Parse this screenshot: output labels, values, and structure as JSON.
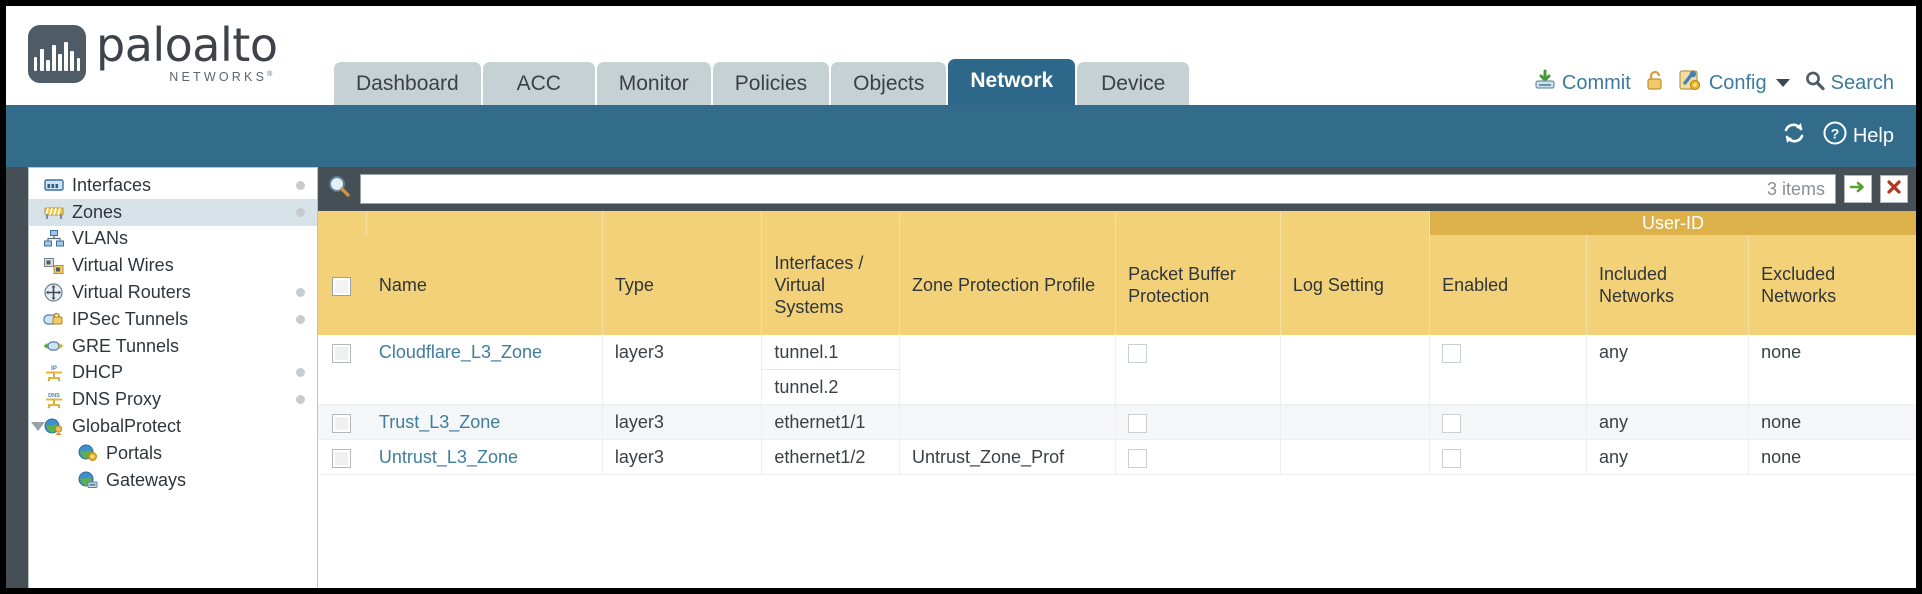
{
  "brand": {
    "name": "paloalto",
    "sub": "NETWORKS",
    "sup": "®"
  },
  "tabs": [
    {
      "label": "Dashboard",
      "active": false
    },
    {
      "label": "ACC",
      "active": false
    },
    {
      "label": "Monitor",
      "active": false
    },
    {
      "label": "Policies",
      "active": false
    },
    {
      "label": "Objects",
      "active": false
    },
    {
      "label": "Network",
      "active": true
    },
    {
      "label": "Device",
      "active": false
    }
  ],
  "top_tools": {
    "commit": "Commit",
    "commit_icon": "commit-save-icon",
    "lock_icon": "padlock-icon",
    "config": "Config",
    "config_icon": "config-wrench-icon",
    "search": "Search",
    "search_icon": "search-magnifier-icon"
  },
  "band_tools": {
    "refresh_icon": "refresh-icon",
    "help": "Help",
    "help_icon": "help-question-icon"
  },
  "sidebar": {
    "items": [
      {
        "label": "Interfaces",
        "icon": "interfaces-icon",
        "dot": true,
        "selected": false,
        "child": false,
        "expander": false
      },
      {
        "label": "Zones",
        "icon": "zones-icon",
        "dot": true,
        "selected": true,
        "child": false,
        "expander": false
      },
      {
        "label": "VLANs",
        "icon": "vlans-icon",
        "dot": false,
        "selected": false,
        "child": false,
        "expander": false
      },
      {
        "label": "Virtual Wires",
        "icon": "virtual-wires-icon",
        "dot": false,
        "selected": false,
        "child": false,
        "expander": false
      },
      {
        "label": "Virtual Routers",
        "icon": "virtual-routers-icon",
        "dot": true,
        "selected": false,
        "child": false,
        "expander": false
      },
      {
        "label": "IPSec Tunnels",
        "icon": "ipsec-tunnels-icon",
        "dot": true,
        "selected": false,
        "child": false,
        "expander": false
      },
      {
        "label": "GRE Tunnels",
        "icon": "gre-tunnels-icon",
        "dot": false,
        "selected": false,
        "child": false,
        "expander": false
      },
      {
        "label": "DHCP",
        "icon": "dhcp-icon",
        "dot": true,
        "selected": false,
        "child": false,
        "expander": false
      },
      {
        "label": "DNS Proxy",
        "icon": "dns-proxy-icon",
        "dot": true,
        "selected": false,
        "child": false,
        "expander": false
      },
      {
        "label": "GlobalProtect",
        "icon": "globalprotect-icon",
        "dot": false,
        "selected": false,
        "child": false,
        "expander": true
      },
      {
        "label": "Portals",
        "icon": "portals-icon",
        "dot": false,
        "selected": false,
        "child": true,
        "expander": false
      },
      {
        "label": "Gateways",
        "icon": "gateways-icon",
        "dot": false,
        "selected": false,
        "child": true,
        "expander": false
      }
    ]
  },
  "search": {
    "value": "",
    "placeholder": "",
    "items_count": "3 items",
    "apply_icon": "green-arrow-apply-icon",
    "clear_icon": "red-x-clear-icon"
  },
  "table": {
    "group_header": "User-ID",
    "columns": [
      "Name",
      "Type",
      "Interfaces / Virtual Systems",
      "Zone Protection Profile",
      "Packet Buffer Protection",
      "Log Setting",
      "Enabled",
      "Included Networks",
      "Excluded Networks"
    ],
    "rows": [
      {
        "name": "Cloudflare_L3_Zone",
        "type": "layer3",
        "interfaces": [
          "tunnel.1",
          "tunnel.2"
        ],
        "zone_protection_profile": "",
        "packet_buffer_protection": false,
        "log_setting": "",
        "userid_enabled": false,
        "included_networks": "any",
        "excluded_networks": "none"
      },
      {
        "name": "Trust_L3_Zone",
        "type": "layer3",
        "interfaces": [
          "ethernet1/1"
        ],
        "zone_protection_profile": "",
        "packet_buffer_protection": false,
        "log_setting": "",
        "userid_enabled": false,
        "included_networks": "any",
        "excluded_networks": "none"
      },
      {
        "name": "Untrust_L3_Zone",
        "type": "layer3",
        "interfaces": [
          "ethernet1/2"
        ],
        "zone_protection_profile": "Untrust_Zone_Prof",
        "packet_buffer_protection": false,
        "log_setting": "",
        "userid_enabled": false,
        "included_networks": "any",
        "excluded_networks": "none"
      }
    ]
  },
  "colors": {
    "brand_blue": "#336b8b",
    "active_tab": "#2d6789",
    "tab_bg": "#c6d1d3",
    "header_gold": "#f3d178",
    "group_gold": "#ddb14a",
    "link_teal": "#3f7d9e",
    "content_bg": "#454f55"
  }
}
